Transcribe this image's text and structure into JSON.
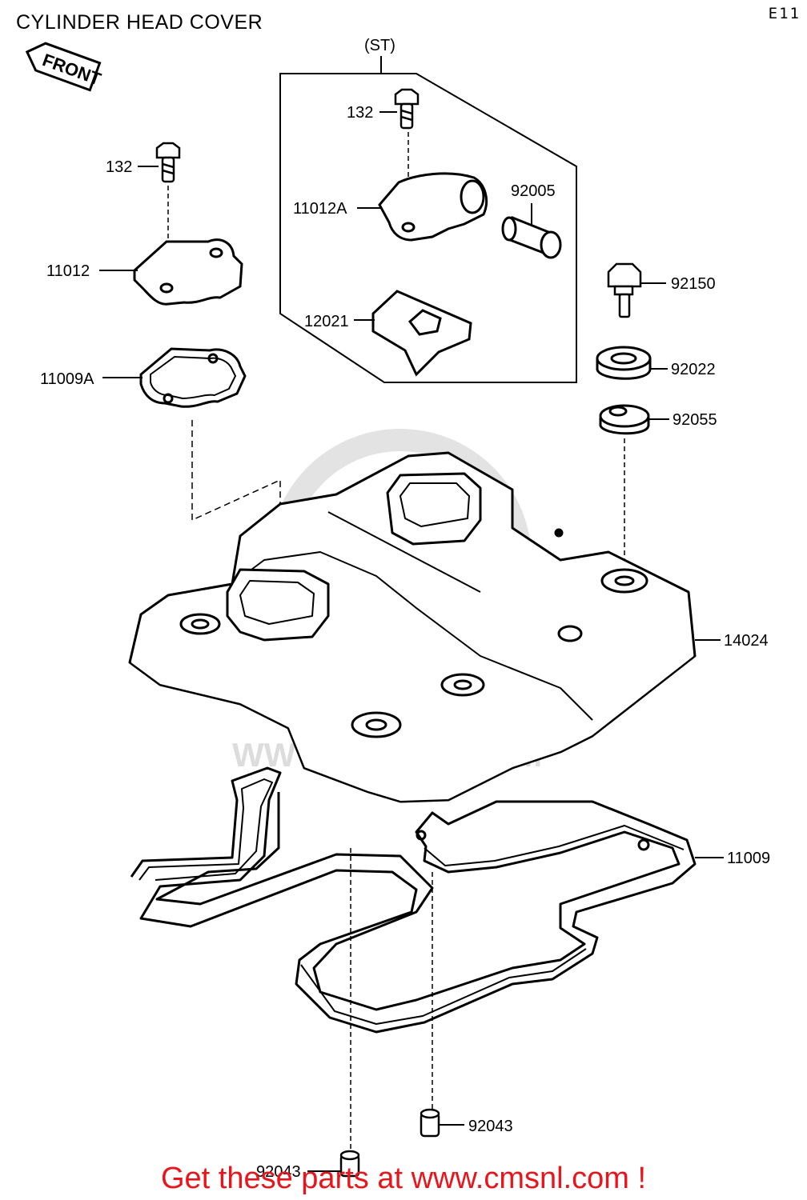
{
  "header": {
    "title": "CYLINDER HEAD COVER",
    "page_code": "E11",
    "front_badge": "FRONT"
  },
  "callouts": {
    "st": "(ST)",
    "p132_left": "132",
    "p132_st": "132",
    "p11012": "11012",
    "p11012A": "11012A",
    "p92005": "92005",
    "p12021": "12021",
    "p11009A": "11009A",
    "p92150": "92150",
    "p92022": "92022",
    "p92055": "92055",
    "p14024": "14024",
    "p11009": "11009",
    "p92043_right": "92043",
    "p92043_bottom": "92043"
  },
  "watermark": {
    "line1": "cms",
    "line2": "WWW.CMSNL.COM"
  },
  "footer": {
    "banner": "Get these parts at www.cmsnl.com !"
  }
}
